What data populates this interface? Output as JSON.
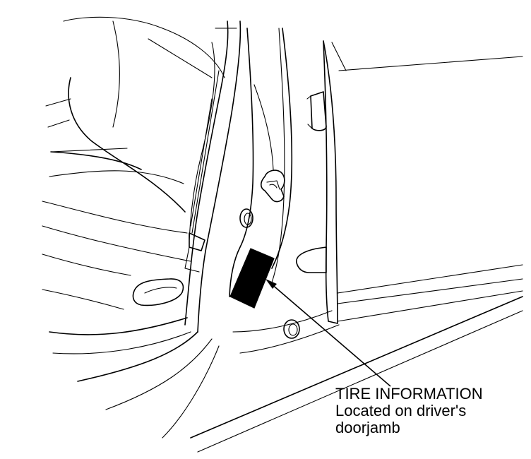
{
  "callout": {
    "title": "TIRE INFORMATION",
    "line1": "Located on driver's",
    "line2": "doorjamb"
  },
  "colors": {
    "ink": "#000000",
    "paper": "#ffffff",
    "label_fill": "#000000"
  }
}
